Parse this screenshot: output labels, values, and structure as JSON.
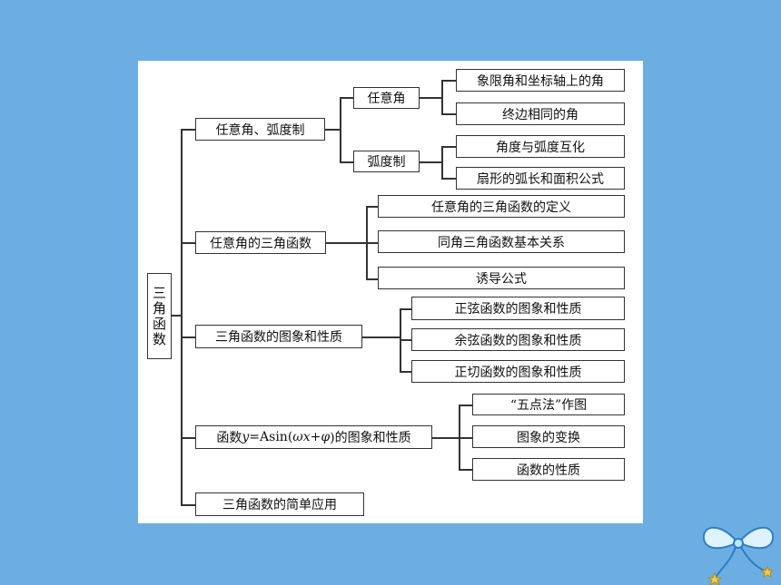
{
  "root": "三角函数",
  "branches": {
    "b1": {
      "label": "任意角、弧度制",
      "sub1": {
        "label": "任意角",
        "items": [
          "象限角和坐标轴上的角",
          "终边相同的角"
        ]
      },
      "sub2": {
        "label": "弧度制",
        "items": [
          "角度与弧度互化",
          "扇形的弧长和面积公式"
        ]
      }
    },
    "b2": {
      "label": "任意角的三角函数",
      "items": [
        "任意角的三角函数的定义",
        "同角三角函数基本关系",
        "诱导公式"
      ]
    },
    "b3": {
      "label": "三角函数的图象和性质",
      "items": [
        "正弦函数的图象和性质",
        "余弦函数的图象和性质",
        "正切函数的图象和性质"
      ]
    },
    "b4": {
      "label_prefix": "函数 ",
      "label_y": "y",
      "label_mid": "=Asin(",
      "label_wx": "ωx",
      "label_plus": "+",
      "label_phi": "φ",
      "label_suffix": ")的图象和性质",
      "items": [
        "“五点法”作图",
        "图象的变换",
        "函数的性质"
      ]
    },
    "b5": {
      "label": "三角函数的简单应用"
    }
  }
}
